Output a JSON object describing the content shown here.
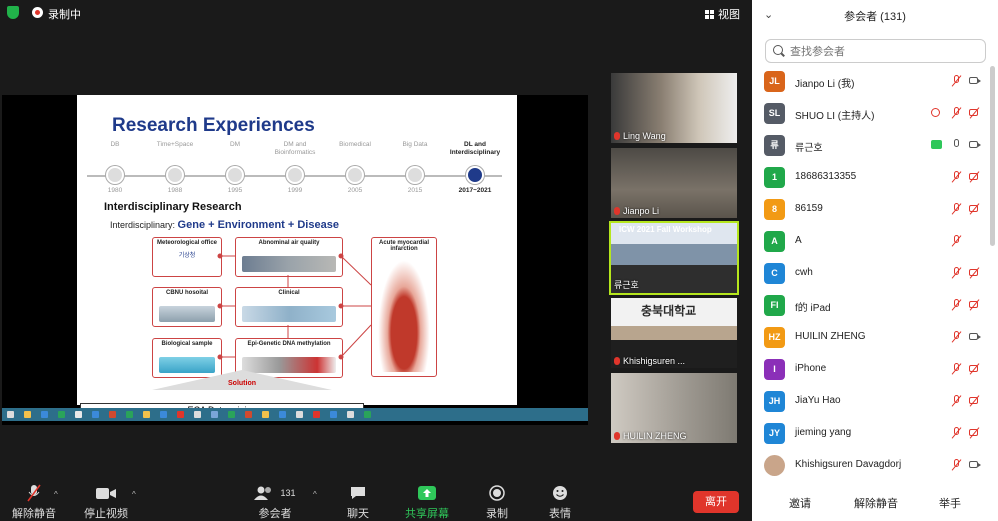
{
  "topbar": {
    "recording_label": "录制中",
    "view_label": "视图"
  },
  "slide": {
    "title": "Research Experiences",
    "timeline": [
      {
        "label": "DB",
        "year": "1980",
        "active": false
      },
      {
        "label": "Time+Space",
        "year": "1988",
        "active": false
      },
      {
        "label": "DM",
        "year": "1995",
        "active": false
      },
      {
        "label": "DM and Bioinformatics",
        "year": "1999",
        "active": false
      },
      {
        "label": "Biomedical",
        "year": "2005",
        "active": false
      },
      {
        "label": "Big Data",
        "year": "2015",
        "active": false
      },
      {
        "label": "DL and Interdisciplinary",
        "year": "2017~2021",
        "active": true
      }
    ],
    "interdisciplinary_title": "Interdisciplinary Research",
    "interdisciplinary_prefix": "Interdisciplinary:",
    "interdisciplinary_terms": "Gene + Environment + Disease",
    "boxes": {
      "met": "Meteorological office",
      "met_logo": "기상청",
      "air": "Abnominal air quality",
      "cbnu": "CBNU hosoital",
      "clinical": "Clinical",
      "bio": "Biological sample",
      "epi": "Epi-Genetic DNA methylation",
      "ami": "Acute myocardial infarction"
    },
    "solution": "Solution",
    "eca": "ECA Data-mining"
  },
  "thumbnails": [
    {
      "name": "Ling Wang",
      "muted": true,
      "active": false
    },
    {
      "name": "Jianpo Li",
      "muted": true,
      "active": false
    },
    {
      "name": "류근호",
      "muted": false,
      "active": true
    },
    {
      "name": "Khishigsuren ...",
      "muted": true,
      "active": false
    },
    {
      "name": "HUILIN ZHENG",
      "muted": true,
      "active": false
    }
  ],
  "thumb_header_text": "ICW 2021 Fall Workshop",
  "thumb_sign_text": "충북대학교",
  "toolbar": {
    "unmute": "解除静音",
    "stop_video": "停止视频",
    "participants": "参会者",
    "participants_count": "131",
    "chat": "聊天",
    "share_screen": "共享屏幕",
    "record": "录制",
    "reactions": "表情",
    "leave": "离开"
  },
  "panel": {
    "title": "参会者 (131)",
    "search_placeholder": "查找参会者",
    "participants": [
      {
        "initials": "JL",
        "color": "#d9651b",
        "name": "Jianpo Li (我)",
        "mic": "off",
        "cam": "on",
        "extra": ""
      },
      {
        "initials": "SL",
        "color": "#555b66",
        "name": "SHUO LI (主持人)",
        "mic": "off",
        "cam": "off",
        "extra": "rec"
      },
      {
        "initials": "류",
        "color": "#555b66",
        "name": "류근호",
        "mic": "on",
        "cam": "on",
        "extra": "share"
      },
      {
        "initials": "1",
        "color": "#20a84a",
        "name": "18686313355",
        "mic": "off",
        "cam": "off",
        "extra": ""
      },
      {
        "initials": "8",
        "color": "#f29a14",
        "name": "86159",
        "mic": "off",
        "cam": "off",
        "extra": ""
      },
      {
        "initials": "A",
        "color": "#20a84a",
        "name": "A",
        "mic": "off",
        "cam": "",
        "extra": ""
      },
      {
        "initials": "C",
        "color": "#1f86d6",
        "name": "cwh",
        "mic": "off",
        "cam": "off",
        "extra": ""
      },
      {
        "initials": "FI",
        "color": "#20a84a",
        "name": "f的 iPad",
        "mic": "off",
        "cam": "off",
        "extra": ""
      },
      {
        "initials": "HZ",
        "color": "#f29a14",
        "name": "HUILIN ZHENG",
        "mic": "off",
        "cam": "on",
        "extra": ""
      },
      {
        "initials": "I",
        "color": "#8b2fb8",
        "name": "iPhone",
        "mic": "off",
        "cam": "off",
        "extra": ""
      },
      {
        "initials": "JH",
        "color": "#1f86d6",
        "name": "JiaYu Hao",
        "mic": "off",
        "cam": "off",
        "extra": ""
      },
      {
        "initials": "JY",
        "color": "#1f86d6",
        "name": "jieming yang",
        "mic": "off",
        "cam": "off",
        "extra": ""
      },
      {
        "initials": "",
        "color": "#c9a58a",
        "name": "Khishigsuren Davagdorj",
        "mic": "off",
        "cam": "on",
        "extra": ""
      }
    ],
    "footer": {
      "invite": "邀请",
      "mute_all": "解除静音",
      "raise_hand": "举手"
    }
  }
}
